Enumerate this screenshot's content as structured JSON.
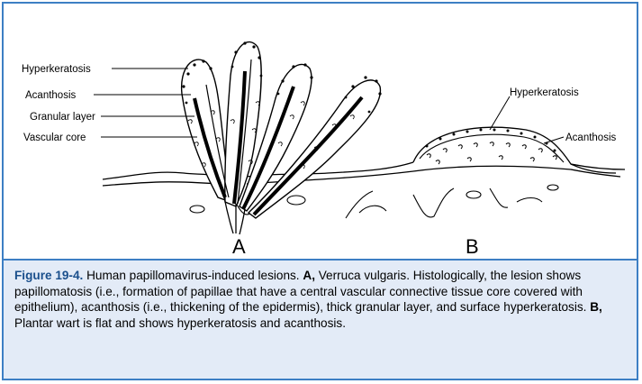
{
  "figure": {
    "labels_a": {
      "hyperkeratosis": "Hyperkeratosis",
      "acanthosis": "Acanthosis",
      "granular_layer": "Granular layer",
      "vascular_core": "Vascular core"
    },
    "labels_b": {
      "hyperkeratosis": "Hyperkeratosis",
      "acanthosis": "Acanthosis"
    },
    "panel_a": "A",
    "panel_b": "B"
  },
  "caption": {
    "number": "Figure 19-4.",
    "intro": " Human papillomavirus-induced lesions. ",
    "a_label": "A,",
    "a_text": " Verruca vulgaris. Histologically, the lesion shows papillomatosis (i.e., formation of papillae that have a central vascular connective tissue core covered with epithelium), acanthosis (i.e., thickening of the epidermis), thick granular layer, and surface hyperkeratosis. ",
    "b_label": "B,",
    "b_text": " Plantar wart is flat and shows hyperkeratosis and acanthosis."
  },
  "colors": {
    "border": "#3d7fc4",
    "caption_bg": "#e3ebf7",
    "figure_number": "#1a4f8c"
  }
}
